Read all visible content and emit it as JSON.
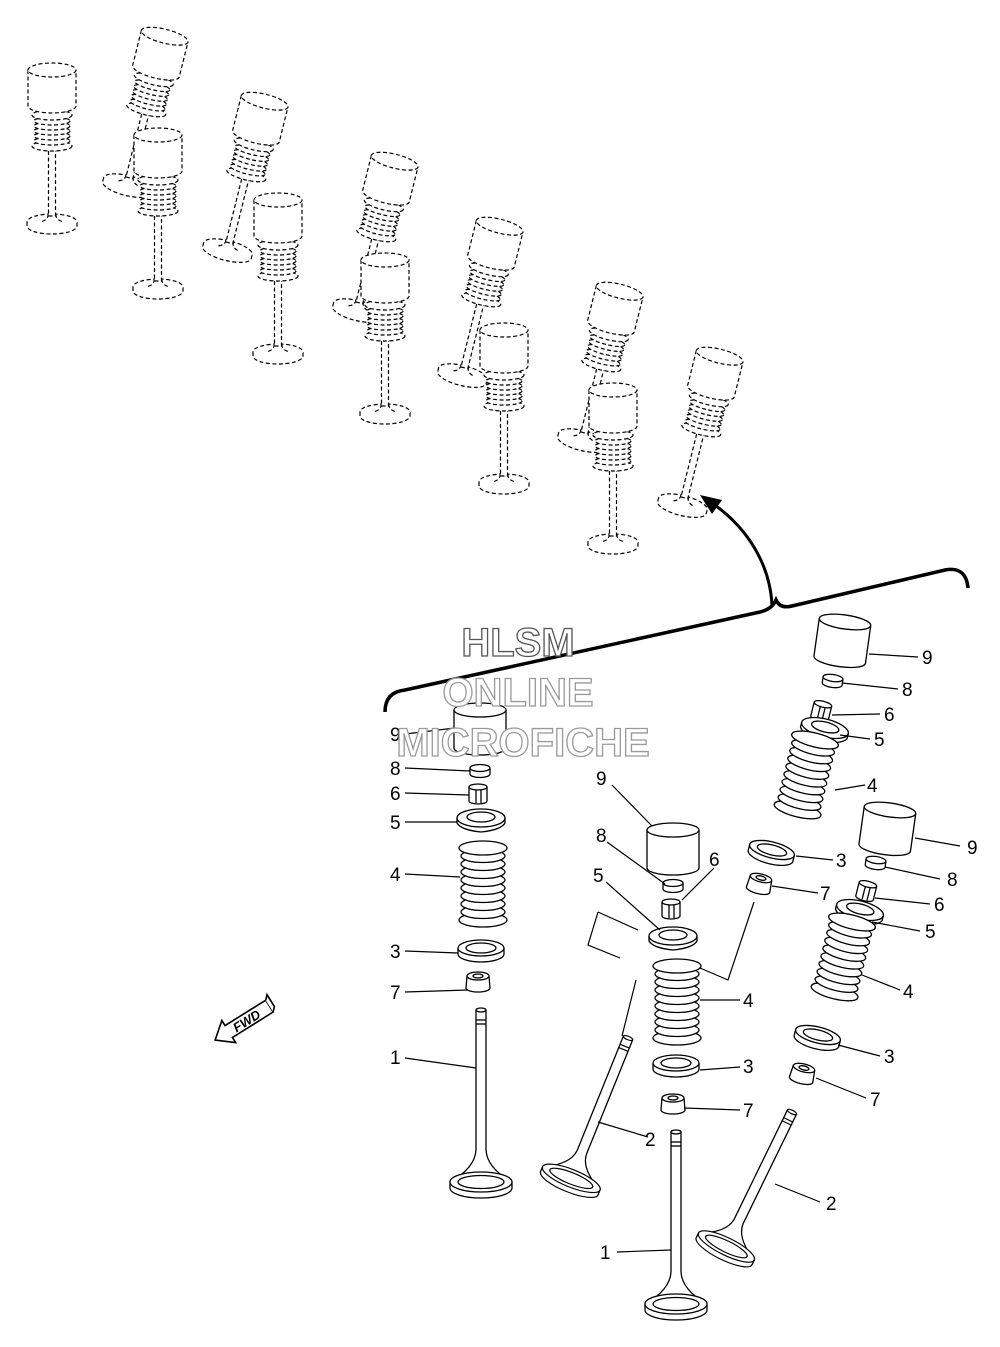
{
  "diagram": {
    "watermark": [
      "HLSM",
      "ONLINE",
      "MICROFICHE"
    ],
    "fwd_label": "FWD",
    "callouts": {
      "a": {
        "n1": "1",
        "n3": "3",
        "n4": "4",
        "n5": "5",
        "n6": "6",
        "n7": "7",
        "n8": "8",
        "n9": "9"
      },
      "b": {
        "n2": "2",
        "n5": "5",
        "n6": "6",
        "n8": "8",
        "n9": "9"
      },
      "c": {
        "n1": "1",
        "n3": "3",
        "n4": "4",
        "n7": "7"
      },
      "d": {
        "n3": "3",
        "n4": "4",
        "n5": "5",
        "n6": "6",
        "n7": "7",
        "n8": "8",
        "n9": "9"
      },
      "e": {
        "n2": "2",
        "n3": "3",
        "n4": "4",
        "n5": "5",
        "n6": "6",
        "n7": "7",
        "n8": "8",
        "n9": "9"
      }
    },
    "colors": {
      "line": "#000000",
      "fill": "#ffffff",
      "watermark_outline": "#9a9a9a"
    }
  }
}
